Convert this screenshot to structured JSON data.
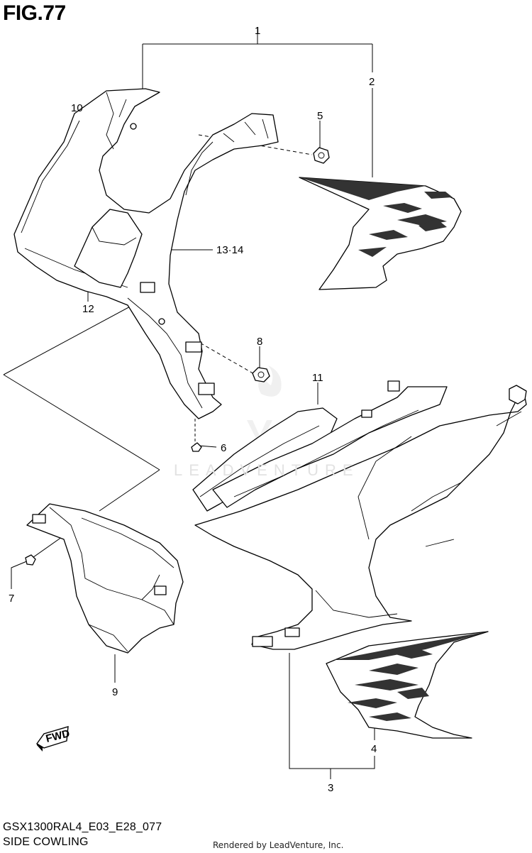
{
  "figure": {
    "title": "FIG.77",
    "code": "GSX1300RAL4_E03_E28_077",
    "caption": "SIDE COWLING",
    "credit": "Rendered by LeadVenture, Inc.",
    "watermark": "LEADVENTURE",
    "fwd_badge": "FWD"
  },
  "callouts": [
    "1",
    "2",
    "3",
    "4",
    "5",
    "6",
    "7",
    "8",
    "9",
    "10",
    "11",
    "12",
    "13·14"
  ]
}
